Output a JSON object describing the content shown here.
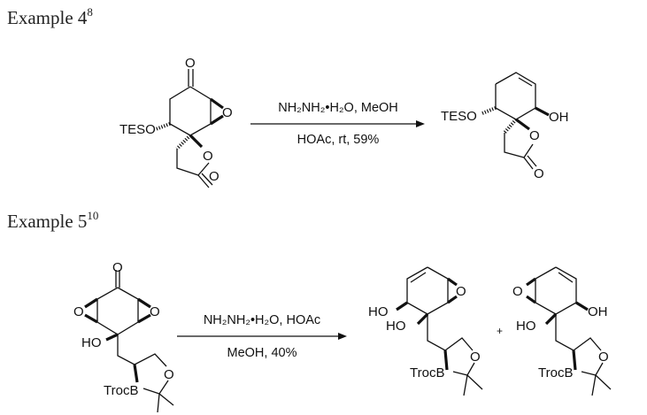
{
  "example4": {
    "title": "Example 4",
    "ref": "8",
    "reagents_top": "NH₂NH₂•H₂O, MeOH",
    "reagents_bottom": "HOAc, rt, 59%",
    "start_labels": [
      "O",
      "O",
      "TESO",
      "O",
      "O"
    ],
    "product_labels": [
      "TESO",
      "OH",
      "O",
      "O"
    ]
  },
  "example5": {
    "title": "Example 5",
    "ref": "10",
    "reagents_top": "NH₂NH₂•H₂O, HOAc",
    "reagents_bottom": "MeOH, 40%",
    "start_labels": [
      "O",
      "O",
      "O",
      "HO",
      "O",
      "TrocB"
    ],
    "product1_labels": [
      "O",
      "HO",
      "HO",
      "O",
      "TrocB"
    ],
    "plus": "+",
    "product2_labels": [
      "O",
      "OH",
      "HO",
      "O",
      "TrocB"
    ]
  }
}
